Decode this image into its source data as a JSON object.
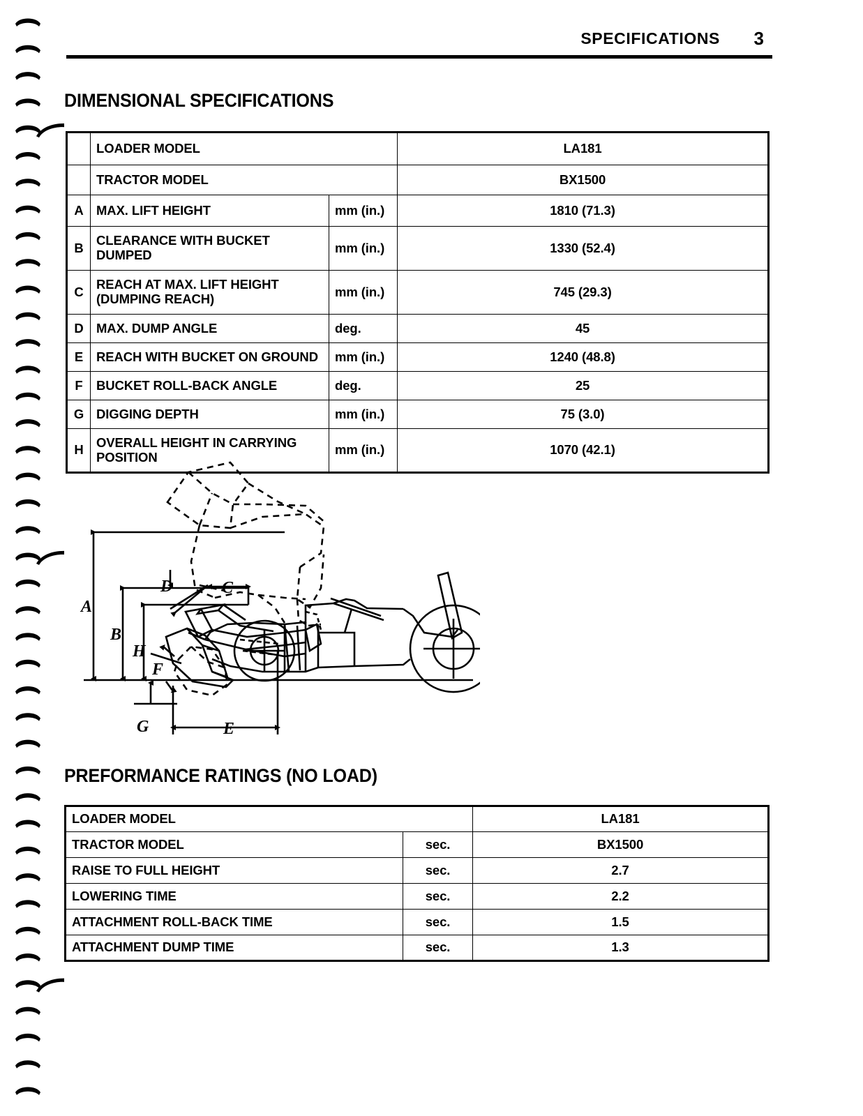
{
  "header": {
    "title": "SPECIFICATIONS",
    "page_number": "3"
  },
  "sections": {
    "dimensional_heading": "DIMENSIONAL SPECIFICATIONS",
    "performance_heading": "PREFORMANCE RATINGS (NO LOAD)"
  },
  "dimensional_table": {
    "rows": [
      {
        "letter": "",
        "description": "LOADER MODEL",
        "unit": "",
        "value": "LA181",
        "value_bold": true
      },
      {
        "letter": "",
        "description": "TRACTOR MODEL",
        "unit": "",
        "value": "BX1500",
        "value_bold": false
      },
      {
        "letter": "A",
        "description": "MAX. LIFT HEIGHT",
        "unit": "mm (in.)",
        "value": "1810 (71.3)",
        "value_bold": false
      },
      {
        "letter": "B",
        "description": "CLEARANCE WITH BUCKET\nDUMPED",
        "unit": "mm (in.)",
        "value": "1330 (52.4)",
        "value_bold": false
      },
      {
        "letter": "C",
        "description": "REACH AT MAX. LIFT HEIGHT\n(DUMPING REACH)",
        "unit": "mm (in.)",
        "value": "745 (29.3)",
        "value_bold": false
      },
      {
        "letter": "D",
        "description": "MAX. DUMP ANGLE",
        "unit": "deg.",
        "value": "45",
        "value_bold": false
      },
      {
        "letter": "E",
        "description": "REACH WITH BUCKET ON GROUND",
        "unit": "mm (in.)",
        "value": "1240 (48.8)",
        "value_bold": false
      },
      {
        "letter": "F",
        "description": "BUCKET ROLL-BACK ANGLE",
        "unit": "deg.",
        "value": "25",
        "value_bold": false
      },
      {
        "letter": "G",
        "description": "DIGGING DEPTH",
        "unit": "mm (in.)",
        "value": "75 (3.0)",
        "value_bold": false
      },
      {
        "letter": "H",
        "description": "OVERALL HEIGHT IN CARRYING\nPOSITION",
        "unit": "mm (in.)",
        "value": "1070 (42.1)",
        "value_bold": false
      }
    ]
  },
  "performance_table": {
    "rows": [
      {
        "description": "LOADER MODEL",
        "unit": "",
        "value": "LA181",
        "value_bold": true
      },
      {
        "description": "TRACTOR MODEL",
        "unit": "sec.",
        "value": "BX1500",
        "value_bold": false
      },
      {
        "description": "RAISE TO FULL HEIGHT",
        "unit": "sec.",
        "value": "2.7",
        "value_bold": false
      },
      {
        "description": "LOWERING TIME",
        "unit": "sec.",
        "value": "2.2",
        "value_bold": false
      },
      {
        "description": "ATTACHMENT ROLL-BACK TIME",
        "unit": "sec.",
        "value": "1.5",
        "value_bold": false
      },
      {
        "description": "ATTACHMENT DUMP TIME",
        "unit": "sec.",
        "value": "1.3",
        "value_bold": false
      }
    ]
  },
  "diagram": {
    "labels": [
      "A",
      "B",
      "C",
      "D",
      "E",
      "F",
      "G",
      "H"
    ]
  }
}
